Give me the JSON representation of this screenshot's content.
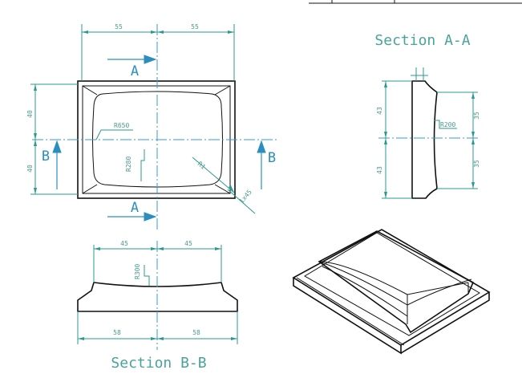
{
  "plan": {
    "width_left": "55",
    "width_right": "55",
    "height_top": "40",
    "height_bottom": "40",
    "radius_long": "R650",
    "radius_short": "R280",
    "fillet": "R1",
    "chamfer": "1x45",
    "cut_label_a_top": "A",
    "cut_label_a_bottom": "A",
    "cut_label_b_left": "B",
    "cut_label_b_right": "B"
  },
  "section_a": {
    "title": "Section A-A",
    "dim_top": "43",
    "dim_bottom": "43",
    "dim_right_top": "35",
    "dim_right_bottom": "35",
    "radius": "R200"
  },
  "section_b": {
    "title": "Section B-B",
    "dim_top_left": "45",
    "dim_top_right": "45",
    "dim_bottom_left": "58",
    "dim_bottom_right": "58",
    "radius": "R300"
  }
}
